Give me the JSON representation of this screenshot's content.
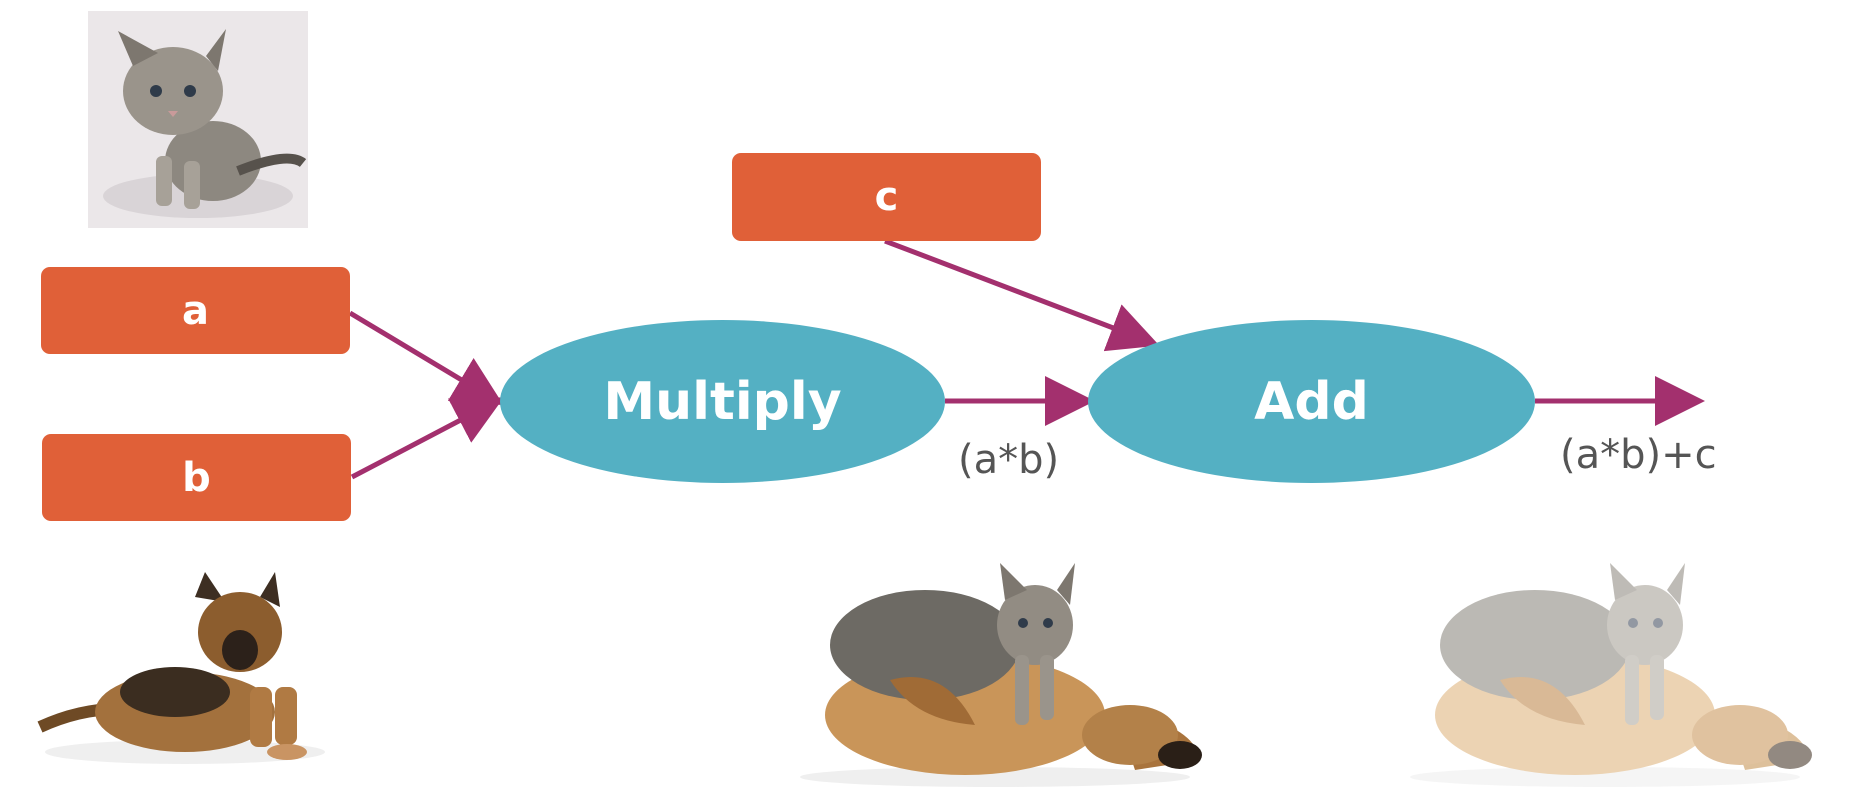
{
  "diagram": {
    "inputs": {
      "a": "a",
      "b": "b",
      "c": "c"
    },
    "operations": {
      "multiply": "Multiply",
      "add": "Add"
    },
    "outputs": {
      "product": "(a*b)",
      "result": "(a*b)+c"
    },
    "images": {
      "a": "kitten",
      "b": "german shepherd dog",
      "product": "kitten on german shepherd dog",
      "result": "faded kitten on german shepherd dog"
    }
  },
  "colors": {
    "input_box": "#e06038",
    "operation": "#54b0c3",
    "arrow": "#a3306e",
    "text_dark": "#555555"
  }
}
